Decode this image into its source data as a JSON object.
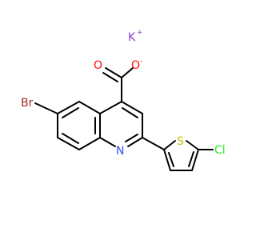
{
  "colors": {
    "bond": "#000000",
    "bromine": "#a62929",
    "oxygen": "#ff0d0d",
    "nitrogen": "#3050f8",
    "sulfur": "#c6c600",
    "chlorine": "#1ff01f",
    "potassium": "#8f40d4"
  },
  "atoms": {
    "potassium": "K",
    "potassium_charge": "+",
    "oxygen_carbonyl": "O",
    "oxygen_anion": "O",
    "oxygen_anion_charge": "-",
    "bromine": "Br",
    "nitrogen": "N",
    "sulfur": "S",
    "chlorine": "Cl"
  }
}
